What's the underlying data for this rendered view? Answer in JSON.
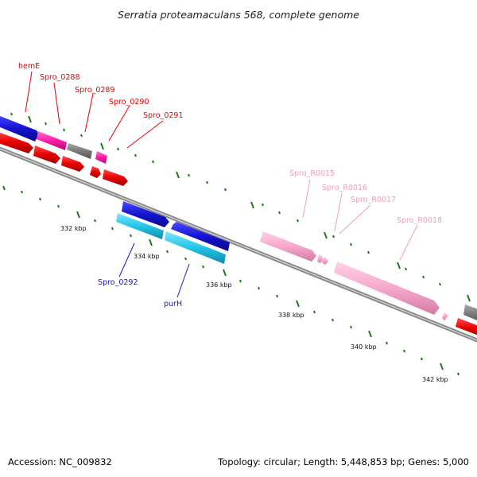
{
  "title": "Serratia proteamaculans 568, complete genome",
  "footer": {
    "accession": "Accession: NC_009832",
    "topology": "Topology: circular; Length: 5,448,853 bp; Genes: 5,000"
  },
  "colors": {
    "backbone": "#888888",
    "tick": "#1b7a1b",
    "fwd_cds": "#1414d2",
    "rev_cds": "#e80000",
    "fwd_gene": "#22c6e6",
    "rna": "#f7a8cc",
    "magenta": "#ff1aa8",
    "other": "#7a7a7a"
  },
  "scale": {
    "unit": "kbp",
    "ticks": [
      "332 kbp",
      "334 kbp",
      "336 kbp",
      "338 kbp",
      "340 kbp",
      "342 kbp"
    ]
  },
  "gene_labels": [
    {
      "text": "hemE",
      "color": "#e80000"
    },
    {
      "text": "Spro_0288",
      "color": "#e80000"
    },
    {
      "text": "Spro_0289",
      "color": "#e80000"
    },
    {
      "text": "Spro_0290",
      "color": "#e80000"
    },
    {
      "text": "Spro_0291",
      "color": "#e80000"
    },
    {
      "text": "Spro_R0015",
      "color": "#f09ac0"
    },
    {
      "text": "Spro_R0016",
      "color": "#f09ac0"
    },
    {
      "text": "Spro_R0017",
      "color": "#f09ac0"
    },
    {
      "text": "Spro_R0018",
      "color": "#f09ac0"
    },
    {
      "text": "Spro_0292",
      "color": "#1414d2"
    },
    {
      "text": "purH",
      "color": "#1414d2"
    }
  ]
}
